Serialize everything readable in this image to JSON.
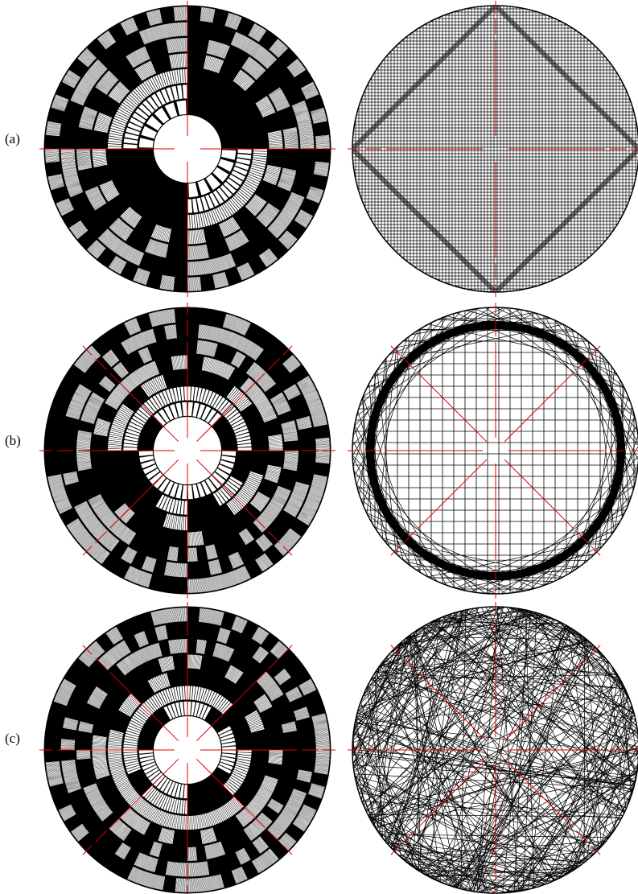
{
  "figure": {
    "rows": [
      {
        "label": "(a)",
        "symmetry_lines": 4,
        "encoder": "binary",
        "pattern": "grid"
      },
      {
        "label": "(b)",
        "symmetry_lines": 8,
        "encoder": "binary",
        "pattern": "ring"
      },
      {
        "label": "(c)",
        "symmetry_lines": 8,
        "encoder": "binary",
        "pattern": "random"
      }
    ],
    "colors": {
      "ink": "#000000",
      "paper": "#ffffff",
      "axis": "#e00000"
    }
  }
}
